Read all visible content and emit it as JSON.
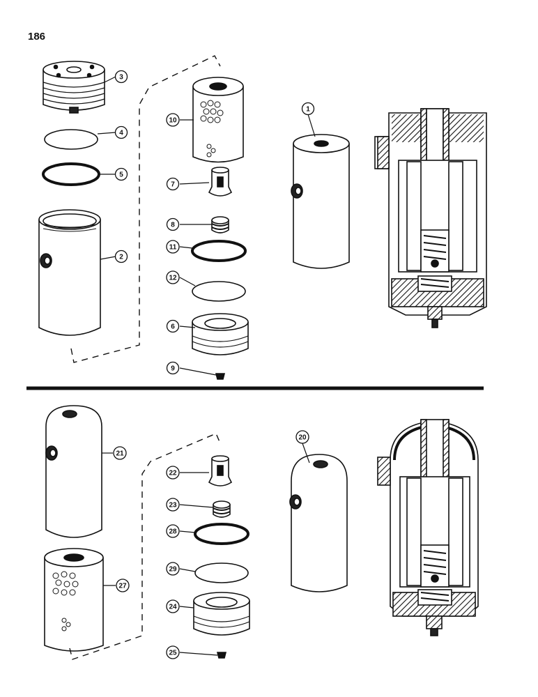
{
  "page_number": "186",
  "callouts": {
    "c1": "1",
    "c2": "2",
    "c3": "3",
    "c4": "4",
    "c5": "5",
    "c6": "6",
    "c7": "7",
    "c8": "8",
    "c9": "9",
    "c10": "10",
    "c11": "11",
    "c12": "12",
    "c20": "20",
    "c21": "21",
    "c22": "22",
    "c23": "23",
    "c24": "24",
    "c25": "25",
    "c27": "27",
    "c28": "28",
    "c29": "29"
  }
}
